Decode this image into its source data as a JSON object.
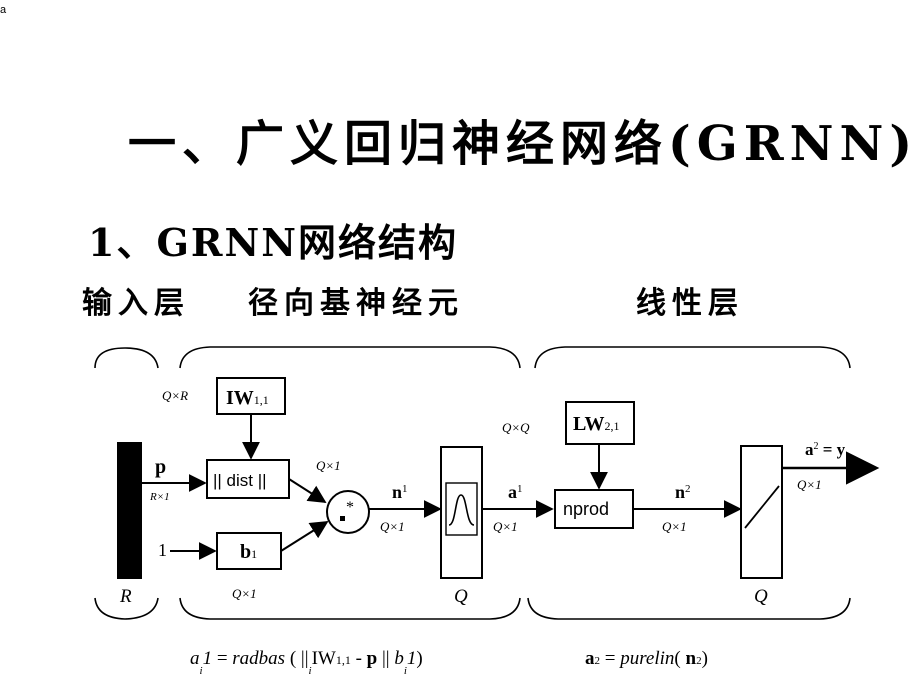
{
  "corner_mark": "a",
  "slide": {
    "title": "一、广义回归神经网络(GRNN)",
    "subtitle": "1、GRNN网络结构",
    "layer_labels": {
      "input": "输入层",
      "radial": "径向基神经元",
      "linear": "线性层"
    }
  },
  "diagram": {
    "input": {
      "p": "p",
      "p_dim": "R×1",
      "bias_in": "1",
      "R": "R"
    },
    "IW_dim": "Q×R",
    "IW": {
      "main": "IW",
      "sub": "1,1"
    },
    "dist": "|| dist ||",
    "dist_out_dim": "Q×1",
    "b": {
      "main": "b",
      "sub": "1"
    },
    "b_dim": "Q×1",
    "mult_symbol": ".*",
    "n1": {
      "main": "n",
      "sup": "1"
    },
    "n1_dim": "Q×1",
    "radbas_Q": "Q",
    "a1": {
      "main": "a",
      "sup": "1"
    },
    "a1_dim": "Q×1",
    "LW_dim": "Q×Q",
    "LW": {
      "main": "LW",
      "sub": "2,1"
    },
    "nprod": "nprod",
    "n2": {
      "main": "n",
      "sup": "2"
    },
    "n2_dim": "Q×1",
    "purelin_Q": "Q",
    "a2y": {
      "main": "a",
      "sup": "2",
      "rest": " = y"
    },
    "a2_dim": "Q×1",
    "formula1": "a_i1 = radbas ( ||_i IW1,1 - p || b_i1)",
    "formula2": "a2 = purelin( n2)"
  }
}
